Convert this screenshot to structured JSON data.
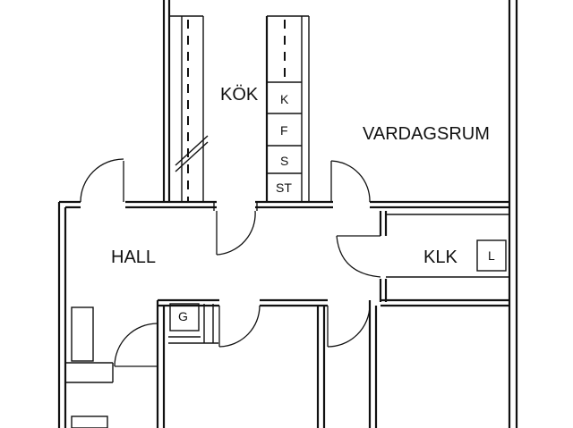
{
  "rooms": {
    "kitchen": "KÖK",
    "living": "VARDAGSRUM",
    "hall": "HALL",
    "closet": "KLK"
  },
  "fixtures": {
    "k": "K",
    "f": "F",
    "s": "S",
    "st": "ST",
    "g": "G",
    "l": "L"
  },
  "colors": {
    "line": "#111111",
    "background": "#ffffff"
  }
}
